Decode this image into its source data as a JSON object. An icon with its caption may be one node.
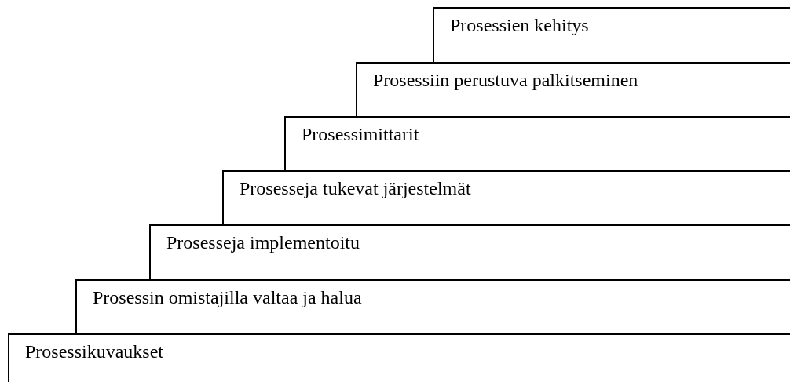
{
  "diagram": {
    "nodes": [
      {
        "text": [
          "Prosessien kehitys"
        ]
      },
      {
        "text": [
          "Prosessiin perustuva palkitseminen"
        ]
      },
      {
        "text": [
          "Prosessimittarit"
        ]
      },
      {
        "text": [
          "Prosesseja tukevat järjestelmät"
        ]
      },
      {
        "text": [
          "Prosesseja implementoitu"
        ]
      },
      {
        "text": [
          "Prosessin omistajilla valtaa ja halua"
        ]
      },
      {
        "text": [
          "Prosessikuvaukset"
        ]
      }
    ]
  }
}
